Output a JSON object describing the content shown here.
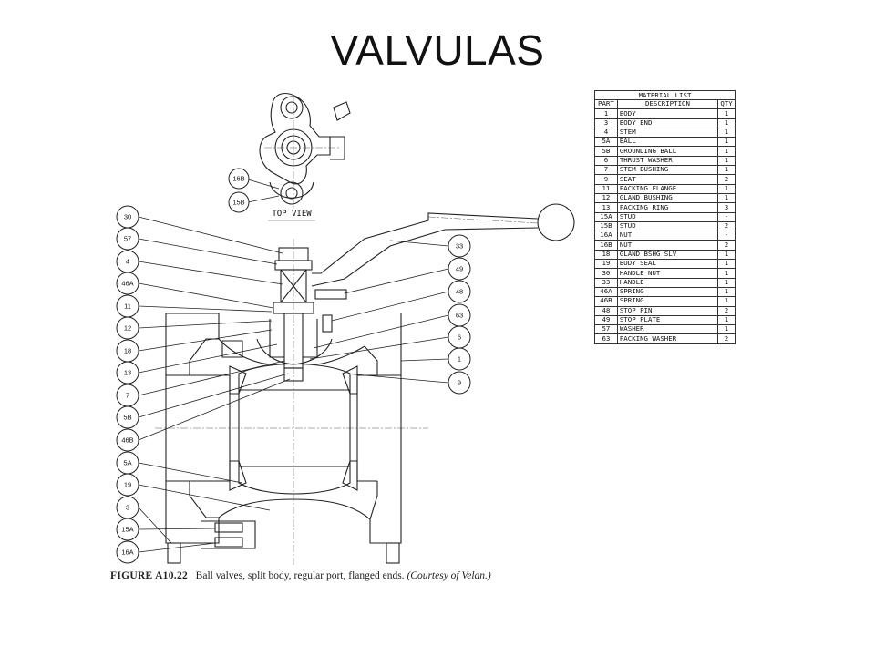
{
  "slide": {
    "title": "VALVULAS"
  },
  "figure": {
    "caption_number": "FIGURE A10.22",
    "caption_text": "Ball valves, split body, regular port, flanged ends.",
    "caption_credit": "(Courtesy of Velan.)",
    "top_view_label": "TOP VIEW",
    "top_view_callouts": [
      "16B",
      "15B"
    ],
    "left_callouts": [
      "30",
      "57",
      "4",
      "46A",
      "11",
      "12",
      "18",
      "13",
      "7",
      "5B",
      "46B",
      "5A",
      "19",
      "3",
      "15A",
      "16A"
    ],
    "right_callouts": [
      "33",
      "49",
      "48",
      "63",
      "6",
      "1",
      "9"
    ]
  },
  "material_list": {
    "title": "MATERIAL LIST",
    "headers": {
      "part": "PART",
      "description": "DESCRIPTION",
      "qty": "QTY"
    },
    "rows": [
      {
        "part": "1",
        "description": "BODY",
        "qty": "1"
      },
      {
        "part": "3",
        "description": "BODY END",
        "qty": "1"
      },
      {
        "part": "4",
        "description": "STEM",
        "qty": "1"
      },
      {
        "part": "5A",
        "description": "BALL",
        "qty": "1"
      },
      {
        "part": "5B",
        "description": "GROUNDING BALL",
        "qty": "1"
      },
      {
        "part": "6",
        "description": "THRUST WASHER",
        "qty": "1"
      },
      {
        "part": "7",
        "description": "STEM BUSHING",
        "qty": "1"
      },
      {
        "part": "9",
        "description": "SEAT",
        "qty": "2"
      },
      {
        "part": "11",
        "description": "PACKING FLANGE",
        "qty": "1"
      },
      {
        "part": "12",
        "description": "GLAND BUSHING",
        "qty": "1"
      },
      {
        "part": "13",
        "description": "PACKING RING",
        "qty": "3"
      },
      {
        "part": "15A",
        "description": "STUD",
        "qty": "-"
      },
      {
        "part": "15B",
        "description": "STUD",
        "qty": "2"
      },
      {
        "part": "16A",
        "description": "NUT",
        "qty": "-"
      },
      {
        "part": "16B",
        "description": "NUT",
        "qty": "2"
      },
      {
        "part": "18",
        "description": "GLAND BSHG SLV",
        "qty": "1"
      },
      {
        "part": "19",
        "description": "BODY SEAL",
        "qty": "1"
      },
      {
        "part": "30",
        "description": "HANDLE NUT",
        "qty": "1"
      },
      {
        "part": "33",
        "description": "HANDLE",
        "qty": "1"
      },
      {
        "part": "46A",
        "description": "SPRING",
        "qty": "1"
      },
      {
        "part": "46B",
        "description": "SPRING",
        "qty": "1"
      },
      {
        "part": "48",
        "description": "STOP PIN",
        "qty": "2"
      },
      {
        "part": "49",
        "description": "STOP PLATE",
        "qty": "1"
      },
      {
        "part": "57",
        "description": "WASHER",
        "qty": "1"
      },
      {
        "part": "63",
        "description": "PACKING WASHER",
        "qty": "2"
      }
    ]
  }
}
